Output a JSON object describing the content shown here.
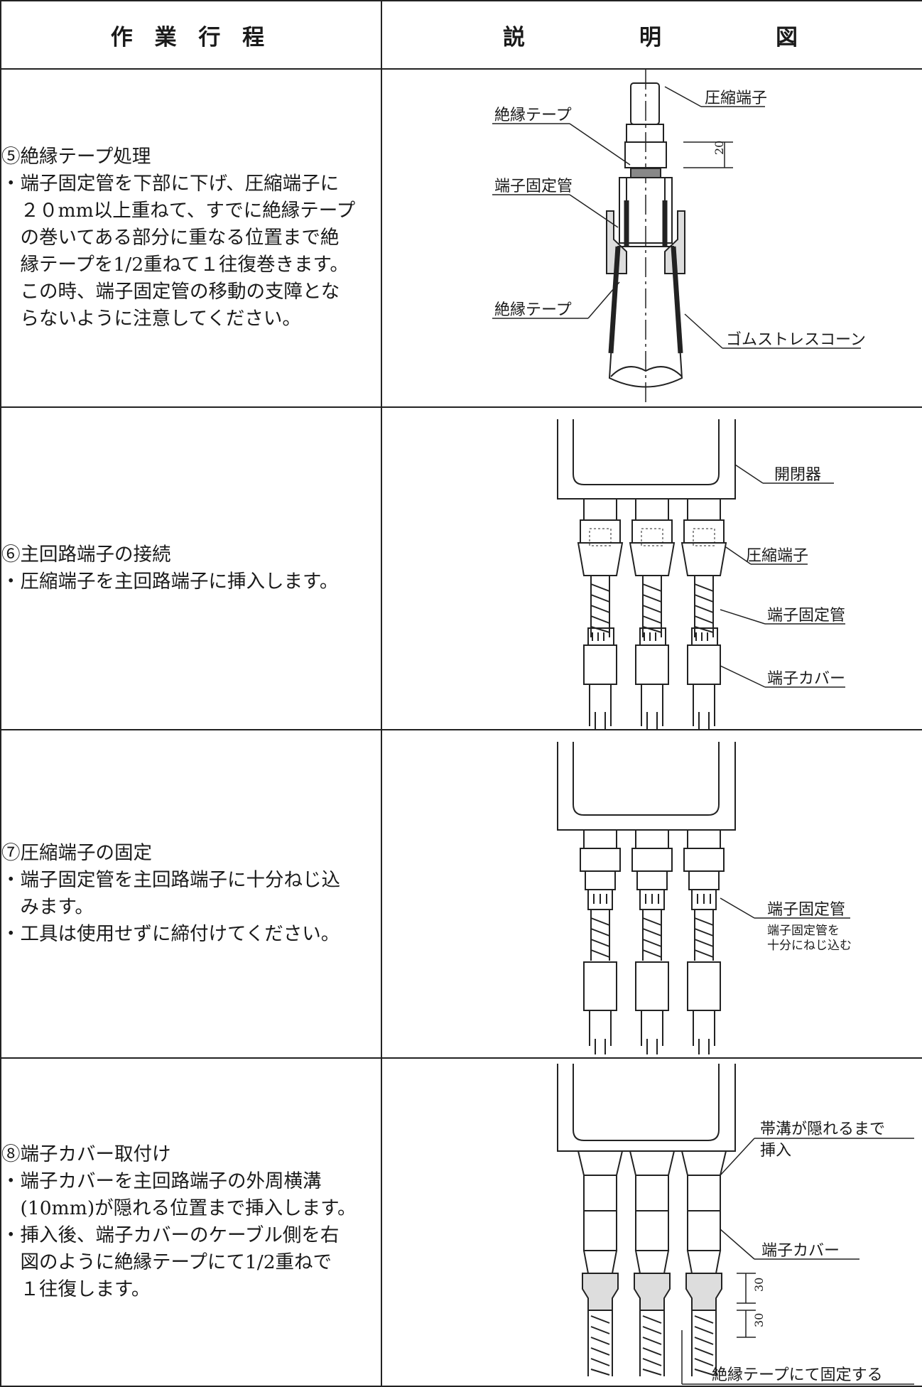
{
  "header": {
    "col1": "作 業 行 程",
    "col2": [
      "説",
      "明",
      "図"
    ]
  },
  "rows": [
    {
      "title": "⑤絶縁テープ処理",
      "lines": [
        "・端子固定管を下部に下げ、圧縮端子に",
        "　２０mm以上重ねて、すでに絶縁テープ",
        "　の巻いてある部分に重なる位置まで絶",
        "　縁テープを1/2重ねて１往復巻きます。",
        "　この時、端子固定管の移動の支障とな",
        "　らないように注意してください。"
      ],
      "labels": {
        "terminal": "圧縮端子",
        "tape_top": "絶縁テープ",
        "fixing_pipe": "端子固定管",
        "tape_bottom": "絶縁テープ",
        "stress_cone": "ゴムストレスコーン",
        "dim": "20"
      }
    },
    {
      "title": "⑥主回路端子の接続",
      "lines": [
        "・圧縮端子を主回路端子に挿入します。"
      ],
      "labels": {
        "switchgear": "開閉器",
        "terminal": "圧縮端子",
        "fixing_pipe": "端子固定管",
        "cover": "端子カバー"
      }
    },
    {
      "title": "⑦圧縮端子の固定",
      "lines": [
        "・端子固定管を主回路端子に十分ねじ込",
        "　みます。",
        "・工具は使用せずに締付けてください。"
      ],
      "labels": {
        "fixing_pipe": "端子固定管",
        "note1": "端子固定管を",
        "note2": "十分にねじ込む"
      }
    },
    {
      "title": "⑧端子カバー取付け",
      "lines": [
        "・端子カバーを主回路端子の外周横溝",
        "　(10mm)が隠れる位置まで挿入します。",
        "・挿入後、端子カバーのケーブル側を右",
        "　図のように絶縁テープにて1/2重ねで",
        "　１往復します。"
      ],
      "labels": {
        "insert1": "帯溝が隠れるまで",
        "insert2": "挿入",
        "cover": "端子カバー",
        "dim1": "30",
        "dim2": "30",
        "tape_fix": "絶縁テープにて固定する"
      }
    }
  ]
}
